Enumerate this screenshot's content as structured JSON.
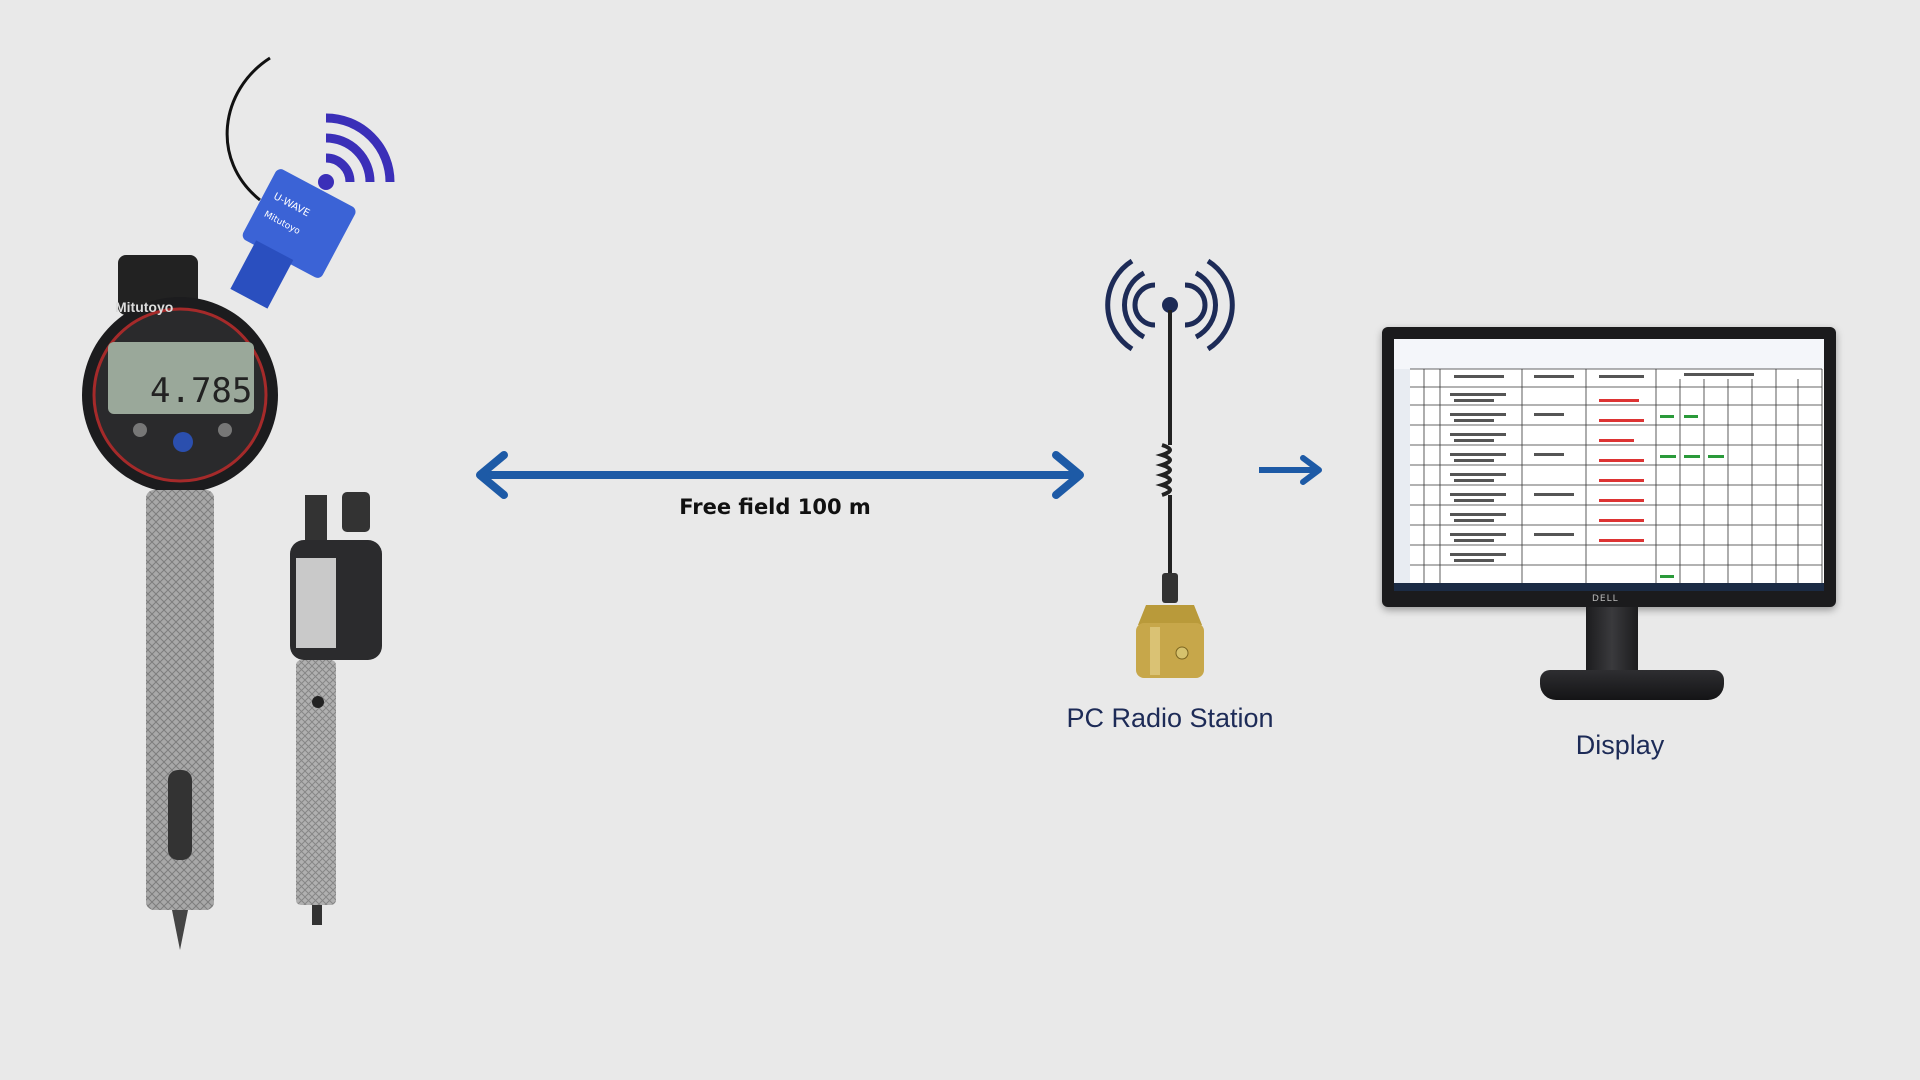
{
  "labels": {
    "distance": "Free field 100 m",
    "station": "PC Radio Station",
    "display": "Display"
  },
  "device_text": {
    "gauge_brand": "Mitutoyo",
    "gauge_reading": "4.785",
    "monitor_brand": "DELL"
  },
  "colors": {
    "background": "#e9e9e9",
    "arrow": "#1d5aa6",
    "label": "#1d2b57",
    "wireless": "#3b2fb8"
  },
  "icons": {
    "wifi": "wifi-icon",
    "antenna_waves": "radio-waves-icon",
    "arrow_both": "double-arrow-icon",
    "arrow_right": "right-arrow-icon"
  }
}
